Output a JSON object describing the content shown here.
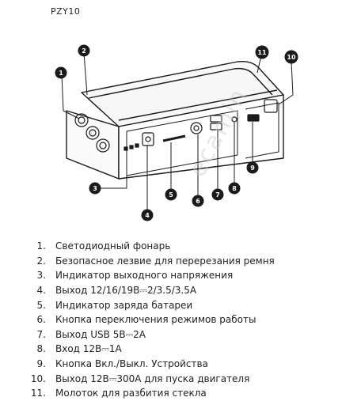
{
  "header": {
    "model": "PZY10"
  },
  "legend": [
    {
      "num": "1.",
      "text": "Светодиодный фонарь"
    },
    {
      "num": "2.",
      "text": "Безопасное лезвие для перерезания ремня"
    },
    {
      "num": "3.",
      "text": "Индикатор выходного напряжения"
    },
    {
      "num": "4.",
      "text": "Выход 12/16/19В⎓2/3.5/3.5A"
    },
    {
      "num": "5.",
      "text": "Индикатор заряда батареи"
    },
    {
      "num": "6.",
      "text": "Кнопка переключения режимов работы"
    },
    {
      "num": "7.",
      "text": "Выход USB 5В⎓2A"
    },
    {
      "num": "8.",
      "text": "Вход 12В⎓1A"
    },
    {
      "num": "9.",
      "text": "Кнопка Вкл./Выкл. Устройства"
    },
    {
      "num": "10.",
      "text": "Выход 12В⎓300A для пуска двигателя"
    },
    {
      "num": "11.",
      "text": "Молоток для разбития стекла"
    }
  ],
  "callouts": {
    "c1": "1",
    "c2": "2",
    "c3": "3",
    "c4": "4",
    "c5": "5",
    "c6": "6",
    "c7": "7",
    "c8": "8",
    "c9": "9",
    "c10": "10",
    "c11": "11"
  },
  "watermark": "ecamin",
  "colors": {
    "badge": "#1a1a1a",
    "line": "#1a1a1a"
  }
}
